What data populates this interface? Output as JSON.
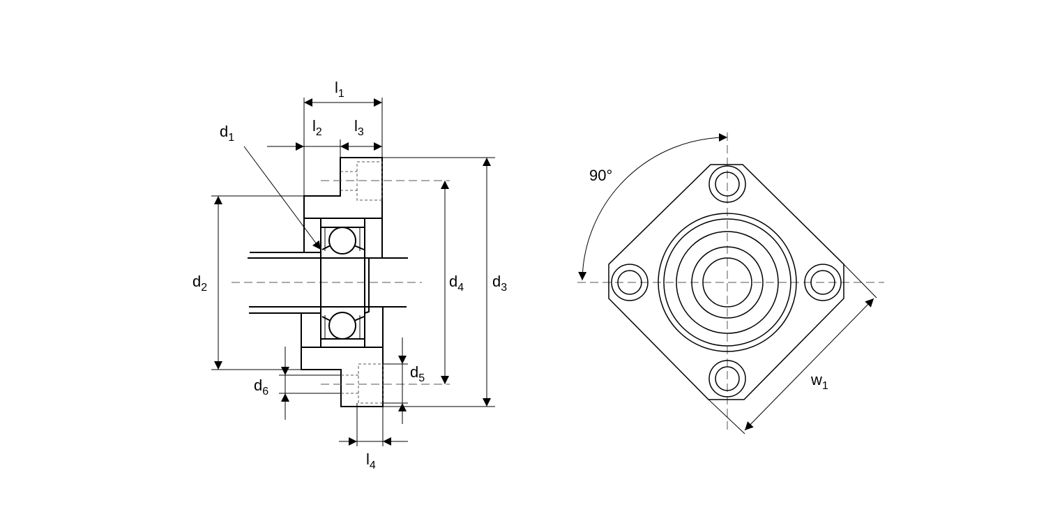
{
  "labels": {
    "l1": {
      "base": "l",
      "sub": "1"
    },
    "l2": {
      "base": "l",
      "sub": "2"
    },
    "l3": {
      "base": "l",
      "sub": "3"
    },
    "l4": {
      "base": "l",
      "sub": "4"
    },
    "d1": {
      "base": "d",
      "sub": "1"
    },
    "d2": {
      "base": "d",
      "sub": "2"
    },
    "d3": {
      "base": "d",
      "sub": "3"
    },
    "d4": {
      "base": "d",
      "sub": "4"
    },
    "d5": {
      "base": "d",
      "sub": "5"
    },
    "d6": {
      "base": "d",
      "sub": "6"
    },
    "w1": {
      "base": "w",
      "sub": "1"
    },
    "angle": "90°"
  }
}
